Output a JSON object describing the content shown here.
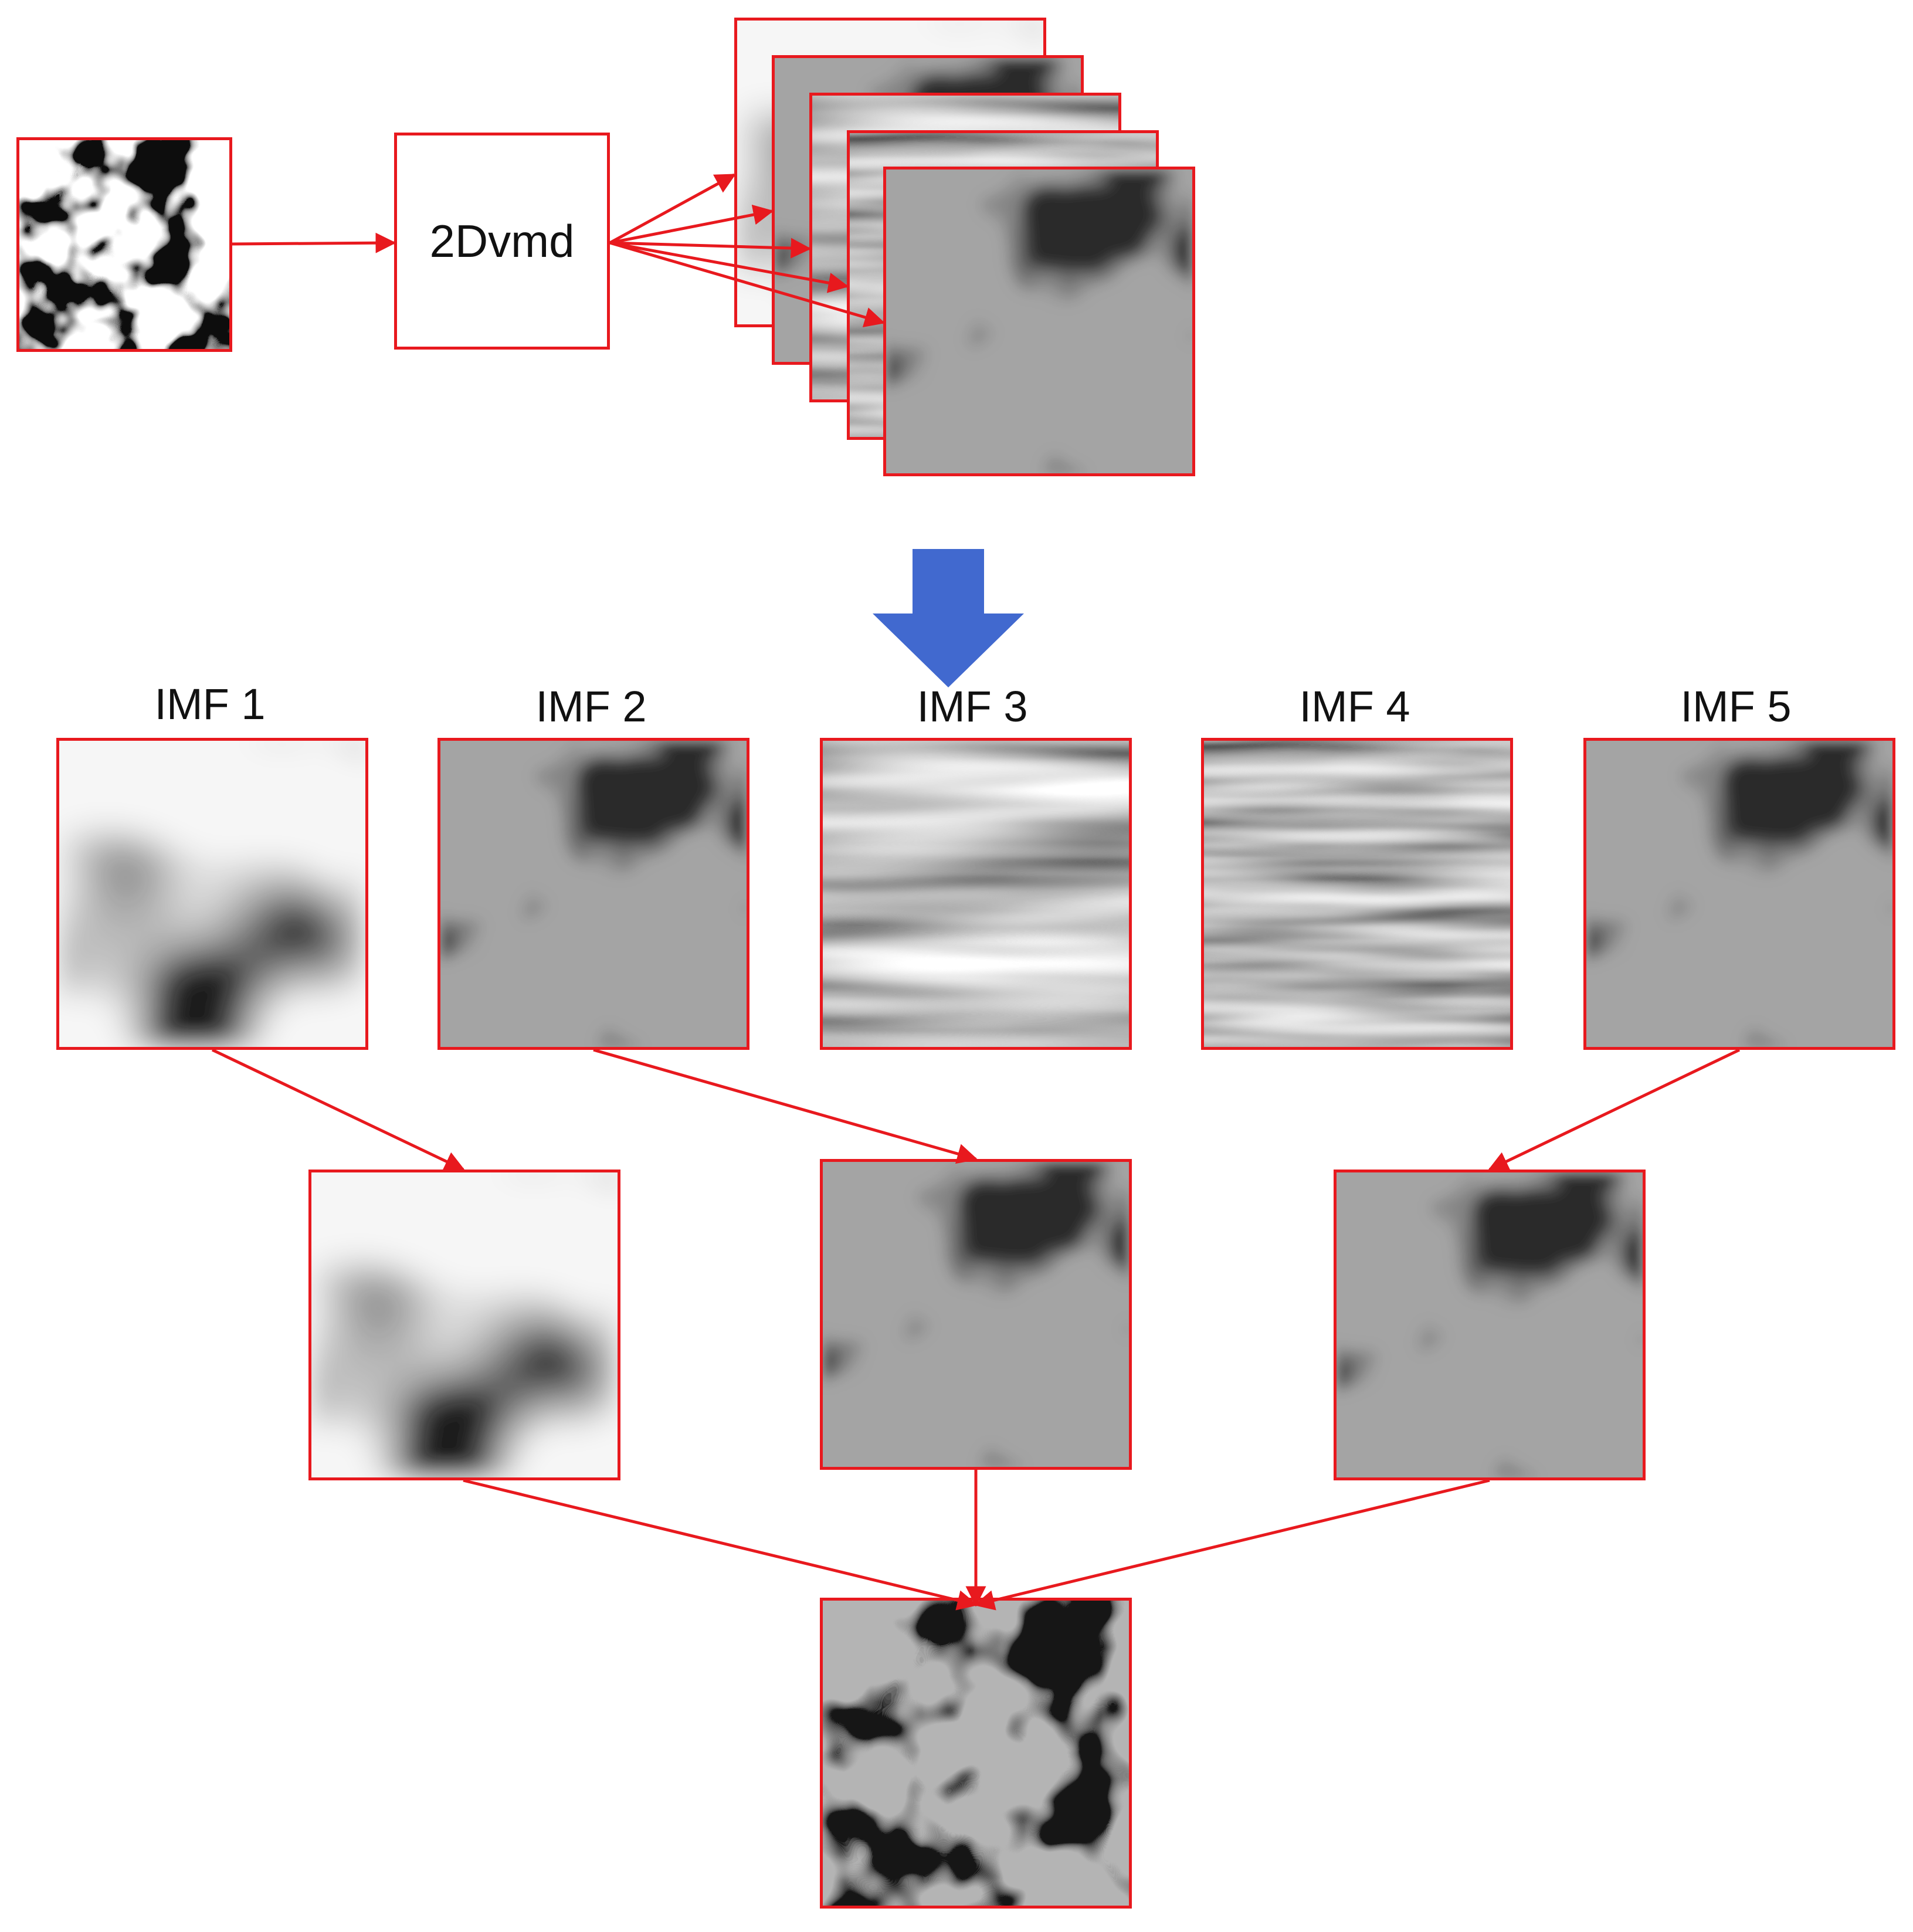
{
  "process": {
    "label": "2Dvmd"
  },
  "imf_labels": [
    "IMF 1",
    "IMF 2",
    "IMF 3",
    "IMF 4",
    "IMF 5"
  ],
  "colors": {
    "frame": "#e8191e",
    "connector": "#e8191e",
    "big_arrow": "#4169cf"
  }
}
